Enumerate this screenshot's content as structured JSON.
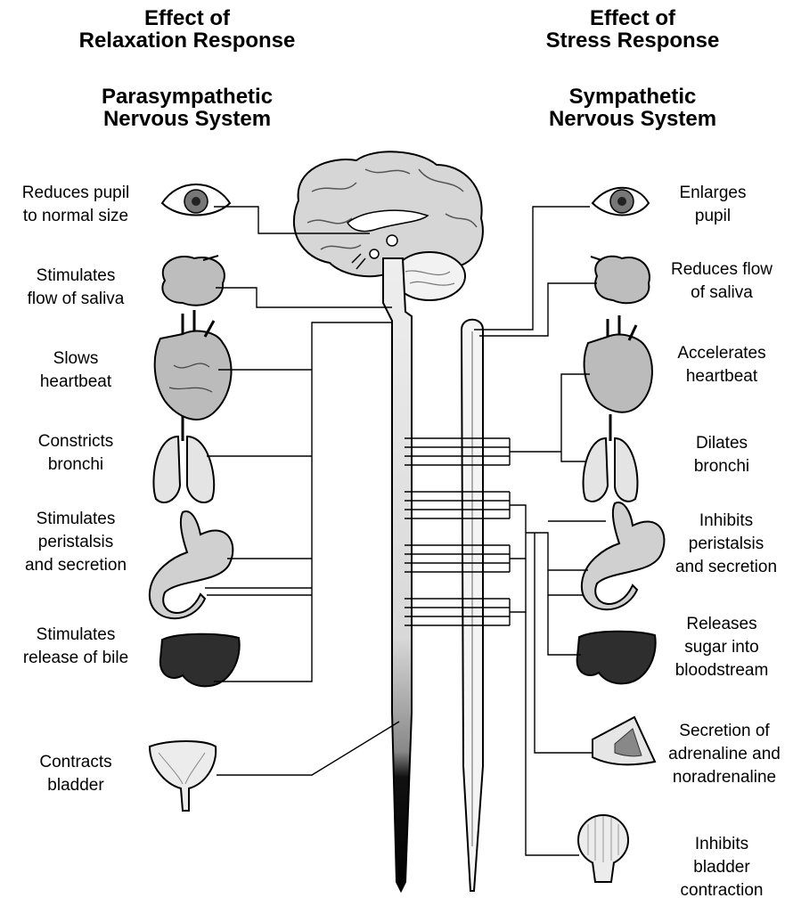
{
  "headers": {
    "left_response": [
      "Effect of",
      "Relaxation Response"
    ],
    "left_system": [
      "Parasympathetic",
      "Nervous System"
    ],
    "right_response": [
      "Effect of",
      "Stress Response"
    ],
    "right_system": [
      "Sympathetic",
      "Nervous System"
    ]
  },
  "left_labels": [
    {
      "lines": [
        "Reduces pupil",
        "to normal size"
      ]
    },
    {
      "lines": [
        "Stimulates",
        "flow of saliva"
      ]
    },
    {
      "lines": [
        "Slows",
        "heartbeat"
      ]
    },
    {
      "lines": [
        "Constricts",
        "bronchi"
      ]
    },
    {
      "lines": [
        "Stimulates",
        "peristalsis",
        "and secretion"
      ]
    },
    {
      "lines": [
        "Stimulates",
        "release of bile"
      ]
    },
    {
      "lines": [
        "Contracts",
        "bladder"
      ]
    }
  ],
  "right_labels": [
    {
      "lines": [
        "Enlarges",
        "pupil"
      ]
    },
    {
      "lines": [
        "Reduces flow",
        "of saliva"
      ]
    },
    {
      "lines": [
        "Accelerates",
        "heartbeat"
      ]
    },
    {
      "lines": [
        "Dilates",
        "bronchi"
      ]
    },
    {
      "lines": [
        "Inhibits",
        "peristalsis",
        "and secretion"
      ]
    },
    {
      "lines": [
        "Releases",
        "sugar into",
        "bloodstream"
      ]
    },
    {
      "lines": [
        "Secretion of",
        "adrenaline and",
        "noradrenaline"
      ]
    },
    {
      "lines": [
        "Inhibits",
        "bladder",
        "contraction"
      ]
    }
  ],
  "icons": [
    "eye-icon",
    "salivary-gland-icon",
    "heart-icon",
    "lungs-icon",
    "stomach-icon",
    "liver-icon",
    "bladder-icon",
    "adrenal-gland-icon",
    "brain-icon",
    "spinal-cord-icon"
  ]
}
